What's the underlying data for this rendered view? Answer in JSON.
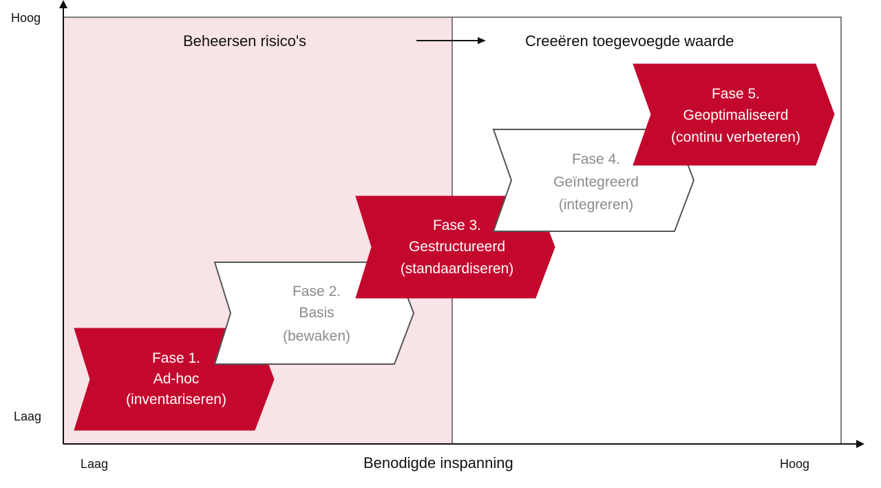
{
  "colors": {
    "risk_zone_bg": "#f8e3e6",
    "accent_red": "#c4082d",
    "light_fill": "#ffffff",
    "outline": "#555555",
    "axis": "#111111"
  },
  "y_axis": {
    "top_label": "Hoog",
    "bottom_label": "Laag"
  },
  "x_axis": {
    "left_label": "Laag",
    "center_label": "Benodigde inspanning",
    "right_label": "Hoog"
  },
  "zones": {
    "left_title": "Beheersen risico's",
    "right_title": "Creeëren toegevoegde waarde"
  },
  "phases": [
    {
      "lines": [
        "Fase 1.",
        "Ad-hoc",
        "(inventariseren)"
      ],
      "style": "dark"
    },
    {
      "lines": [
        "Fase 2.",
        "Basis",
        "(bewaken)"
      ],
      "style": "light"
    },
    {
      "lines": [
        "Fase 3.",
        "Gestructureerd",
        "(standaardiseren)"
      ],
      "style": "dark"
    },
    {
      "lines": [
        "Fase 4.",
        "Geïntegreerd",
        "(integreren)"
      ],
      "style": "light"
    },
    {
      "lines": [
        "Fase 5.",
        "Geoptimaliseerd",
        "(continu verbeteren)"
      ],
      "style": "dark"
    }
  ]
}
